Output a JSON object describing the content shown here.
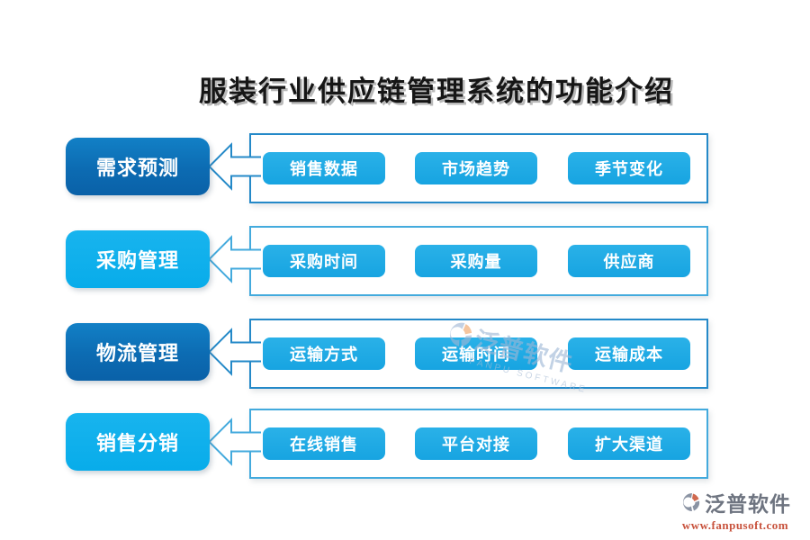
{
  "title": "服装行业供应链管理系统的功能介绍",
  "rows": [
    {
      "id": "demand-forecast",
      "style": "dark",
      "label": "需求预测",
      "items": [
        "销售数据",
        "市场趋势",
        "季节变化"
      ]
    },
    {
      "id": "procurement-management",
      "style": "light",
      "label": "采购管理",
      "items": [
        "采购时间",
        "采购量",
        "供应商"
      ]
    },
    {
      "id": "logistics-management",
      "style": "dark",
      "label": "物流管理",
      "items": [
        "运输方式",
        "运输时间",
        "运输成本"
      ]
    },
    {
      "id": "sales-distribution",
      "style": "light",
      "label": "销售分销",
      "items": [
        "在线销售",
        "平台对接",
        "扩大渠道"
      ]
    }
  ],
  "watermark": {
    "brand": "泛普软件",
    "subtitle": "FANPU SOFTWARE"
  },
  "footer": {
    "brand": "泛普软件",
    "url": "www.fanpusoft.com"
  },
  "colors": {
    "title_text": "#161616",
    "dark_label": "#0c6bb2",
    "light_label": "#08acea",
    "feature_button": "#1ea9e4",
    "panel_border_dark": "#2489c8",
    "panel_border_light": "#43aadd",
    "watermark_text": "#9db7d6",
    "watermark_accent": "#f0a264",
    "footer_brand": "#6e7480",
    "footer_url": "#c8523c"
  }
}
